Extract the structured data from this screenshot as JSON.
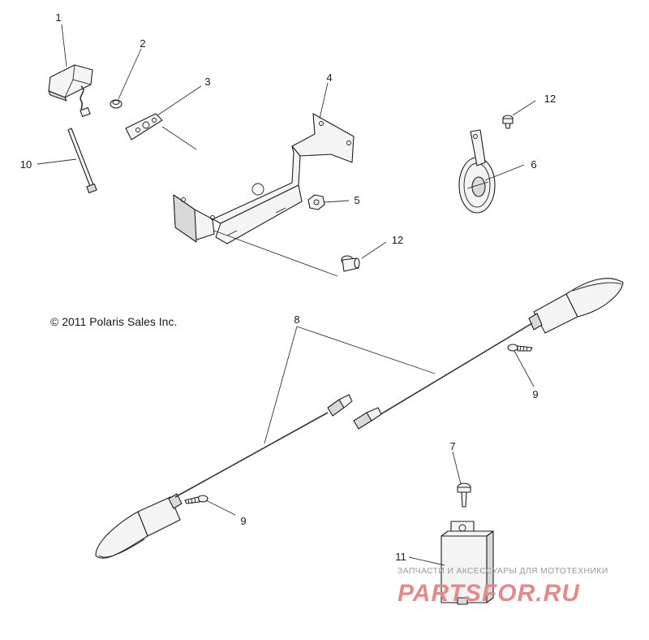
{
  "copyright": "© 2011 Polaris Sales Inc.",
  "callouts": [
    "1",
    "2",
    "3",
    "4",
    "5",
    "6",
    "7",
    "8",
    "9",
    "9",
    "10",
    "11",
    "12",
    "12"
  ],
  "watermark": {
    "tagline": "ЗАПЧАСТИ И АКСЕССУАРЫ ДЛЯ МОТОТЕХНИКИ",
    "brand": "PARTSFOR.RU"
  }
}
